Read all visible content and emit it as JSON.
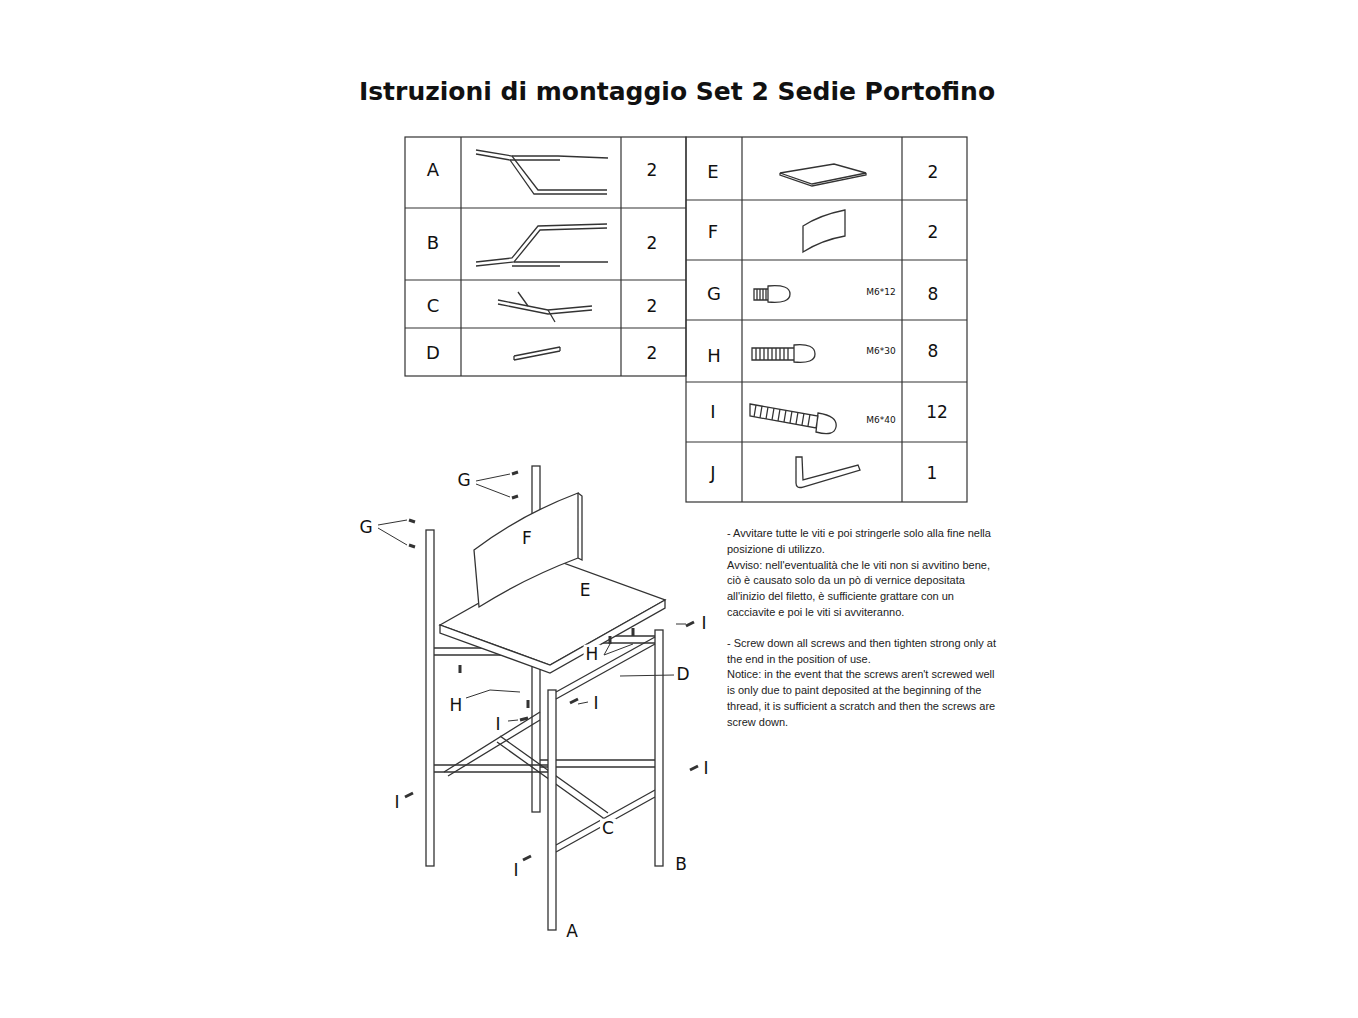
{
  "diagram": {
    "title": "Istruzioni di montaggio Set 2 Sedie Portofino",
    "labels": [
      "A",
      "2",
      "B",
      "2",
      "C",
      "2",
      "D",
      "2",
      "E",
      "2",
      "F",
      "2",
      "G",
      "M6*12",
      "8",
      "H",
      "M6*30",
      "8",
      "I",
      "M6*40",
      "12",
      "J",
      "1",
      "G",
      "G",
      "F",
      "E",
      "I",
      "H",
      "D",
      "H",
      "I",
      "I",
      "I",
      "I",
      "C",
      "I",
      "B",
      "A",
      "- Avvitare tutte le viti e poi stringerle solo alla fine nella posizione di utilizzo.",
      "Avviso: nell'eventualità che le viti non si avvitino bene, ciò è causato solo da un pò di vernice depositata all'inizio del filetto, è sufficiente grattare con un cacciavite e poi le viti si avviteranno.",
      "- Screw down all screws and then tighten strong only at the end in the position of use.",
      "Notice: in the event that the screws aren't screwed well is only due to paint deposited at the beginning of the thread, it is sufficient a scratch and then the screws are screw down."
    ]
  }
}
